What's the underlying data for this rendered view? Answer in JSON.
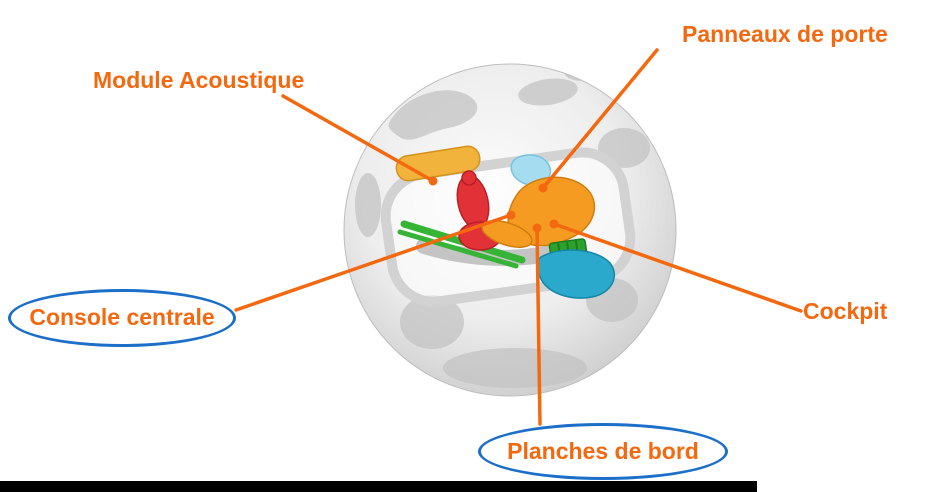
{
  "figure": {
    "callouts": [
      {
        "id": "module-acoustique",
        "label": "Module Acoustique",
        "circled": false
      },
      {
        "id": "panneaux-de-porte",
        "label": "Panneaux de porte",
        "circled": false
      },
      {
        "id": "console-centrale",
        "label": "Console centrale",
        "circled": true
      },
      {
        "id": "cockpit",
        "label": "Cockpit",
        "circled": false
      },
      {
        "id": "planches-de-bord",
        "label": "Planches de bord",
        "circled": true
      }
    ],
    "colors": {
      "accent": "#F4690F",
      "ellipse": "#1C6FC8",
      "globe_land": "#C3C3C3",
      "frame_gray": "#D2D2D2",
      "seat_red": "#E23237",
      "dashboard_orange": "#F59B22",
      "acoustic_yellow": "#F2B33C",
      "rail_green": "#35B435",
      "grid_green": "#2DA12D",
      "cockpit_cyan": "#2BA9CC",
      "door_blue": "#A6DCEF"
    }
  }
}
